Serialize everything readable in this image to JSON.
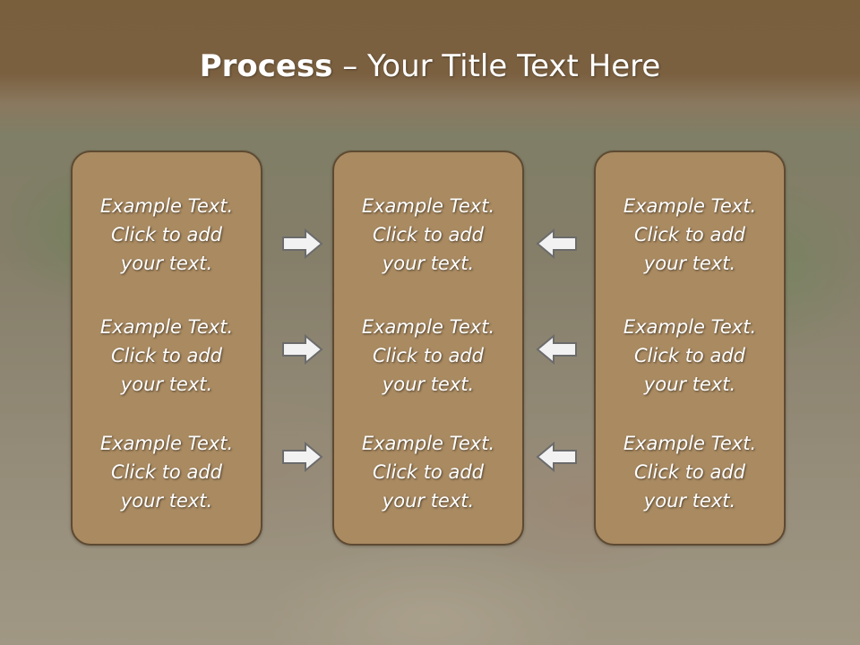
{
  "slide": {
    "title_bold": "Process",
    "title_rest": " – Your Title Text Here"
  },
  "columns": [
    {
      "items": [
        {
          "line1": "Example Text.",
          "line2": "Click  to add",
          "line3": "your text."
        },
        {
          "line1": "Example Text.",
          "line2": "Click  to add",
          "line3": "your text."
        },
        {
          "line1": "Example Text.",
          "line2": "Click  to add",
          "line3": "your text."
        }
      ]
    },
    {
      "items": [
        {
          "line1": "Example Text.",
          "line2": "Click  to add",
          "line3": "your text."
        },
        {
          "line1": "Example Text.",
          "line2": "Click  to add",
          "line3": "your text."
        },
        {
          "line1": "Example Text.",
          "line2": "Click  to add",
          "line3": "your text."
        }
      ]
    },
    {
      "items": [
        {
          "line1": "Example Text.",
          "line2": "Click  to add",
          "line3": "your text."
        },
        {
          "line1": "Example Text.",
          "line2": "Click  to add",
          "line3": "your text."
        },
        {
          "line1": "Example Text.",
          "line2": "Click  to add",
          "line3": "your text."
        }
      ]
    }
  ],
  "arrows": {
    "left_group": "right-arrow-icon",
    "right_group": "left-arrow-icon"
  },
  "colors": {
    "header": "#7b6040",
    "box_fill": "#a98a61",
    "box_border": "#5e4a32",
    "arrow_fill": "#f2f2f2",
    "arrow_stroke": "#6b6b6b"
  }
}
